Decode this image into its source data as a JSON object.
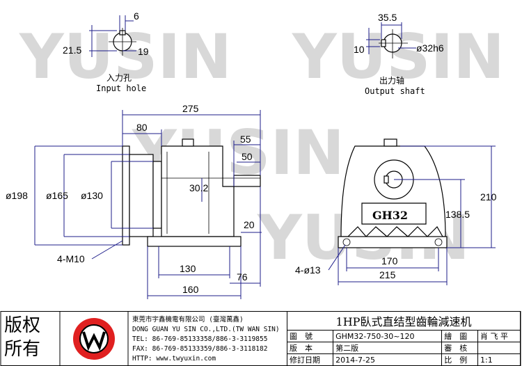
{
  "watermark": "YUSIN",
  "input_hole": {
    "dims": {
      "top": "6",
      "left": "21.5",
      "right": "19"
    },
    "caption_cn": "入力孔",
    "caption_en": "Input hole"
  },
  "output_shaft": {
    "dims": {
      "top": "35.5",
      "left": "10",
      "dia": "ø32h6"
    },
    "caption_cn": "出力轴",
    "caption_en": "Output shaft"
  },
  "side_view": {
    "dims": {
      "overall": "275",
      "flange": "80",
      "d55": "55",
      "d50": "50",
      "center": "30.2",
      "d20": "20",
      "base130": "130",
      "base160": "160",
      "d76": "76",
      "dia198": "ø198",
      "dia165": "ø165",
      "dia130": "ø130",
      "bolt": "4-M10"
    }
  },
  "front_view": {
    "label": "GH32",
    "dims": {
      "h210": "210",
      "h138": "138.5",
      "w170": "170",
      "w215": "215",
      "holes": "4-ø13"
    }
  },
  "title_block": {
    "rights": [
      "版权",
      "所有"
    ],
    "company": [
      "東莞市宇鑫機電有限公司 (臺灣萬鑫)",
      "DONG GUAN YU SIN CO.,LTD.(TW WAN SIN)",
      "TEL: 86-769-85133358/886-3-3119855",
      "FAX: 86-769-85133359/886-3-3118182",
      "HTTP: www.twyuxin.com"
    ],
    "title": "1HP臥式直结型齒輪減速机",
    "rows": [
      {
        "l1": "圖　號",
        "v1": "GHM32-750-30~120",
        "l2": "繪　圖",
        "v2": "肖 飞 平"
      },
      {
        "l1": "版　本",
        "v1": "第二版",
        "l2": "審　核",
        "v2": ""
      },
      {
        "l1": "修訂日期",
        "v1": "2014-7-25",
        "l2": "比　例",
        "v2": "1:1"
      }
    ]
  }
}
